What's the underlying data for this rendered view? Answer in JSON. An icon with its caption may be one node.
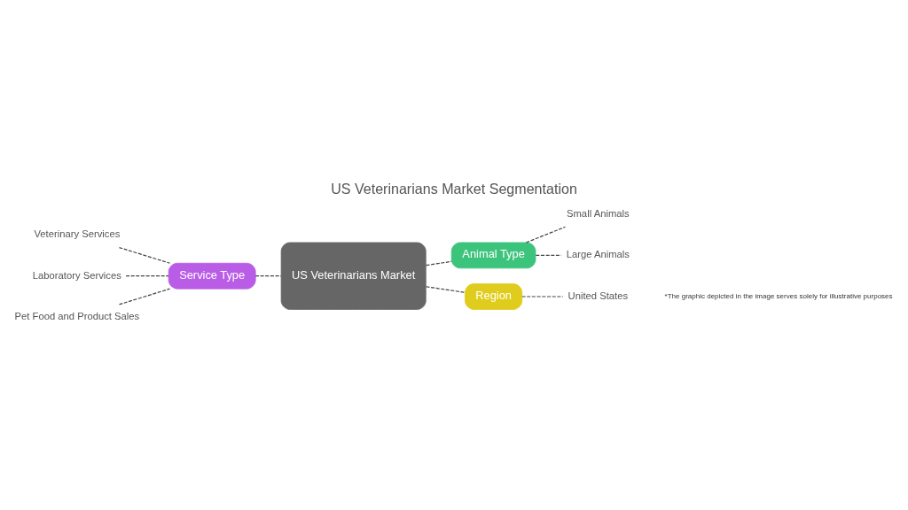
{
  "diagram": {
    "title": "US Veterinarians Market Segmentation",
    "nodes": [
      {
        "text": [
          "Service Type"
        ]
      },
      {
        "text": [
          "Veterinary Services"
        ]
      },
      {
        "text": [
          "Laboratory Services"
        ]
      },
      {
        "text": [
          "Pet Food and Product Sales"
        ]
      },
      {
        "text": [
          "US Veterinarians Market"
        ]
      },
      {
        "text": [
          "Animal Type"
        ]
      },
      {
        "text": [
          "Small Animals"
        ]
      },
      {
        "text": [
          "Large Animals"
        ]
      },
      {
        "text": [
          "Region"
        ]
      },
      {
        "text": [
          "United States"
        ]
      }
    ],
    "edges": [
      {
        "from": 4,
        "to": 0,
        "arrow": "none",
        "style": "dashed"
      },
      {
        "from": 0,
        "to": 1,
        "arrow": "none",
        "style": "dashed"
      },
      {
        "from": 0,
        "to": 2,
        "arrow": "none",
        "style": "dashed"
      },
      {
        "from": 0,
        "to": 3,
        "arrow": "none",
        "style": "dashed"
      },
      {
        "from": 4,
        "to": 5,
        "arrow": "none",
        "style": "dashed"
      },
      {
        "from": 5,
        "to": 6,
        "arrow": "none",
        "style": "dashed"
      },
      {
        "from": 5,
        "to": 7,
        "arrow": "none",
        "style": "dashed"
      },
      {
        "from": 4,
        "to": 8,
        "arrow": "none",
        "style": "dashed"
      },
      {
        "from": 8,
        "to": 9,
        "arrow": "none",
        "style": "dashed"
      }
    ],
    "labels": [
      "*The graphic depicted in the image serves solely for illustrative purposes"
    ]
  }
}
